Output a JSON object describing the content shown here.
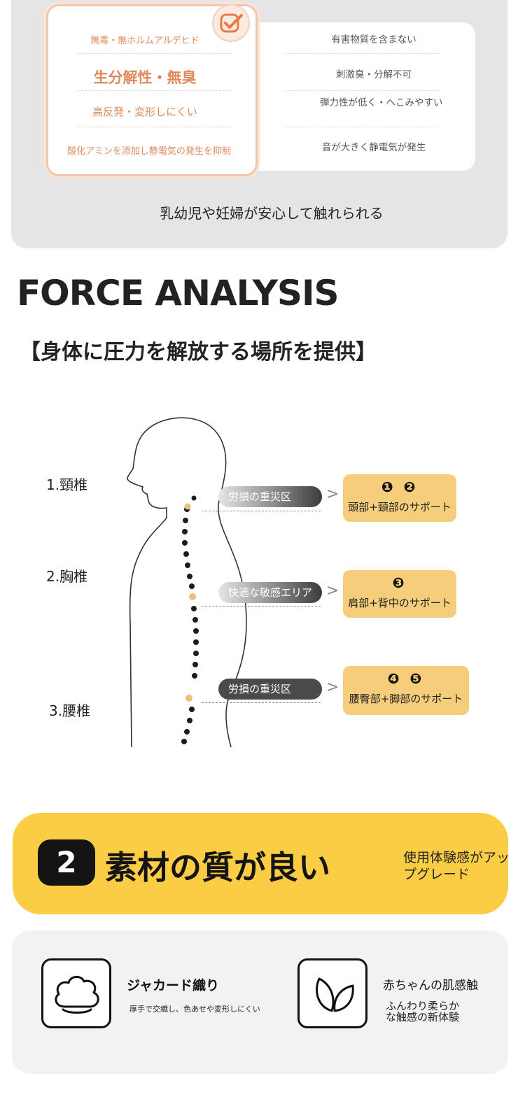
{
  "comparison": {
    "ours": [
      "無毒・無ホルムアルデヒド",
      "生分解性・無臭",
      "高反発・変形しにくい",
      "酸化アミンを添加し静電気の発生を抑制"
    ],
    "others": [
      "有害物質を含まない",
      "刺激臭・分解不可",
      "弾力性が低く・へこみやすい",
      "音が大きく静電気が発生"
    ],
    "caption": "乳幼児や妊婦が安心して触れられる",
    "check_icon": "check-icon",
    "accent_color": "#e08a5c"
  },
  "force": {
    "title": "FORCE ANALYSIS",
    "subtitle": "【身体に圧力を解放する場所を提供】",
    "spine_labels": [
      "1.頸椎",
      "2.胸椎",
      "3.腰椎"
    ],
    "zones": [
      {
        "pill": "労損の重災区",
        "nums": "❶ ❷",
        "text": "頭部+頸部のサポート"
      },
      {
        "pill": "快適な敏感エリア",
        "nums": "❸",
        "text": "肩部+背中のサポート"
      },
      {
        "pill": "労損の重災区",
        "nums": "❹ ❺",
        "text": "腰臀部+脚部のサポート"
      }
    ],
    "arrow": ">",
    "box_color": "#f6cd7a"
  },
  "material": {
    "number": "2",
    "title": "素材の質が良い",
    "side_text": "使用体験感がアップグレード",
    "banner_color": "#fbcd44"
  },
  "features": [
    {
      "icon": "cloud-icon",
      "title": "ジャカード織り",
      "desc": "厚手で交織し、色あせや変形しにくい"
    },
    {
      "icon": "leaf-icon",
      "title": "赤ちゃんの肌感触",
      "desc": "ふんわり柔らかな触感の新体験"
    }
  ]
}
